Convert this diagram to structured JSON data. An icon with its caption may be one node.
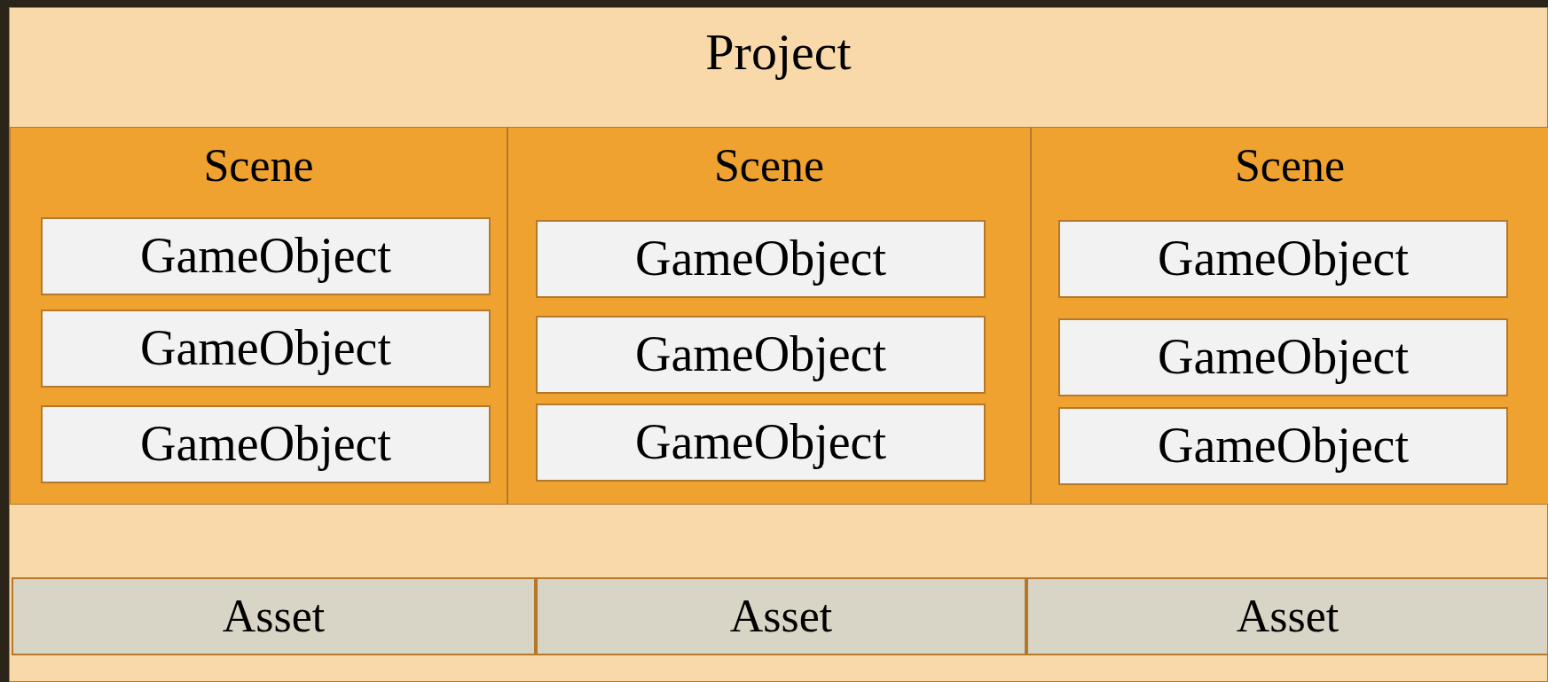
{
  "diagram": {
    "nodes": [
      {
        "text": [
          "Project"
        ]
      },
      {
        "text": [
          "Scene"
        ],
        "in": 0
      },
      {
        "text": [
          "GameObject"
        ],
        "in": 1
      },
      {
        "text": [
          "GameObject"
        ],
        "in": 1
      },
      {
        "text": [
          "GameObject"
        ],
        "in": 1
      },
      {
        "text": [
          "Scene"
        ],
        "in": 0
      },
      {
        "text": [
          "GameObject"
        ],
        "in": 5
      },
      {
        "text": [
          "GameObject"
        ],
        "in": 5
      },
      {
        "text": [
          "GameObject"
        ],
        "in": 5
      },
      {
        "text": [
          "Scene"
        ],
        "in": 0
      },
      {
        "text": [
          "GameObject"
        ],
        "in": 9
      },
      {
        "text": [
          "GameObject"
        ],
        "in": 9
      },
      {
        "text": [
          "GameObject"
        ],
        "in": 9
      },
      {
        "text": [
          "Asset"
        ],
        "in": 0
      },
      {
        "text": [
          "Asset"
        ],
        "in": 0
      },
      {
        "text": [
          "Asset"
        ],
        "in": 0
      }
    ]
  }
}
